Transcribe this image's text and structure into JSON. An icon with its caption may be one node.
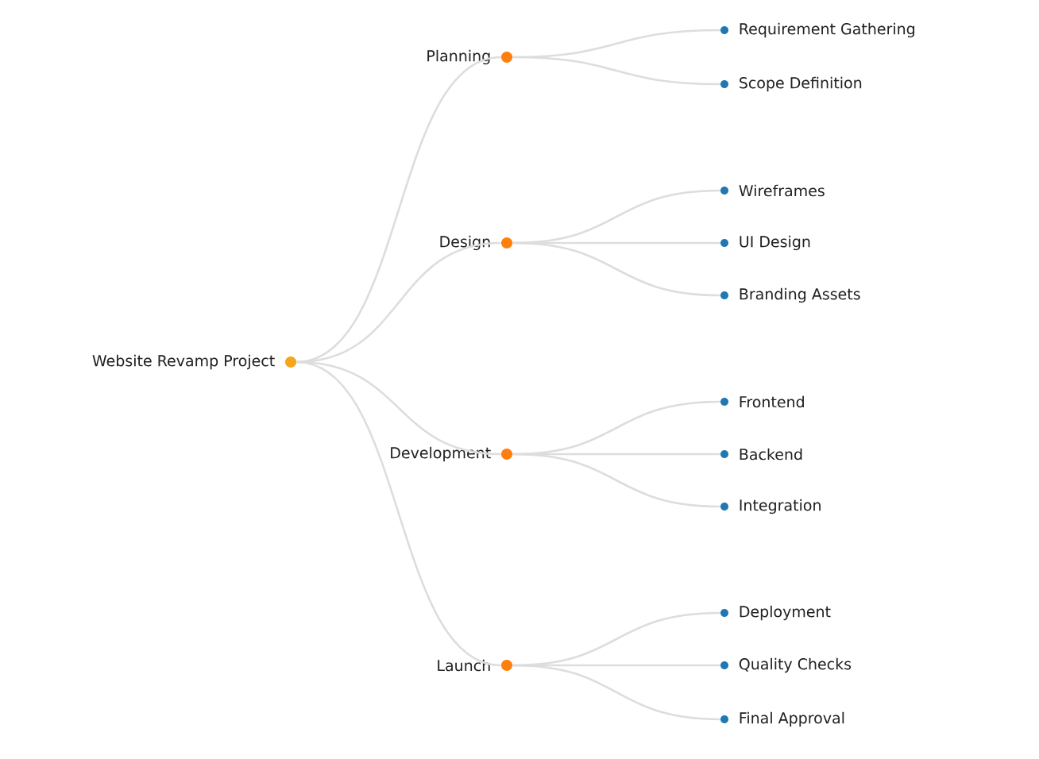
{
  "diagram": {
    "nodes": [
      {
        "text": [
          "Website Revamp Project"
        ]
      },
      {
        "text": [
          "Planning"
        ]
      },
      {
        "text": [
          "Requirement Gathering"
        ]
      },
      {
        "text": [
          "Scope Definition"
        ]
      },
      {
        "text": [
          "Design"
        ]
      },
      {
        "text": [
          "Wireframes"
        ]
      },
      {
        "text": [
          "UI Design"
        ]
      },
      {
        "text": [
          "Branding Assets"
        ]
      },
      {
        "text": [
          "Development"
        ]
      },
      {
        "text": [
          "Frontend"
        ]
      },
      {
        "text": [
          "Backend"
        ]
      },
      {
        "text": [
          "Integration"
        ]
      },
      {
        "text": [
          "Launch"
        ]
      },
      {
        "text": [
          "Deployment"
        ]
      },
      {
        "text": [
          "Quality Checks"
        ]
      },
      {
        "text": [
          "Final Approval"
        ]
      }
    ],
    "edges": [
      {
        "from": 0,
        "to": 1,
        "arrow": "none"
      },
      {
        "from": 1,
        "to": 2,
        "arrow": "none"
      },
      {
        "from": 1,
        "to": 3,
        "arrow": "none"
      },
      {
        "from": 0,
        "to": 4,
        "arrow": "none"
      },
      {
        "from": 4,
        "to": 5,
        "arrow": "none"
      },
      {
        "from": 4,
        "to": 6,
        "arrow": "none"
      },
      {
        "from": 4,
        "to": 7,
        "arrow": "none"
      },
      {
        "from": 0,
        "to": 8,
        "arrow": "none"
      },
      {
        "from": 8,
        "to": 9,
        "arrow": "none"
      },
      {
        "from": 8,
        "to": 10,
        "arrow": "none"
      },
      {
        "from": 8,
        "to": 11,
        "arrow": "none"
      },
      {
        "from": 0,
        "to": 12,
        "arrow": "none"
      },
      {
        "from": 12,
        "to": 13,
        "arrow": "none"
      },
      {
        "from": 12,
        "to": 14,
        "arrow": "none"
      },
      {
        "from": 12,
        "to": 15,
        "arrow": "none"
      }
    ]
  }
}
